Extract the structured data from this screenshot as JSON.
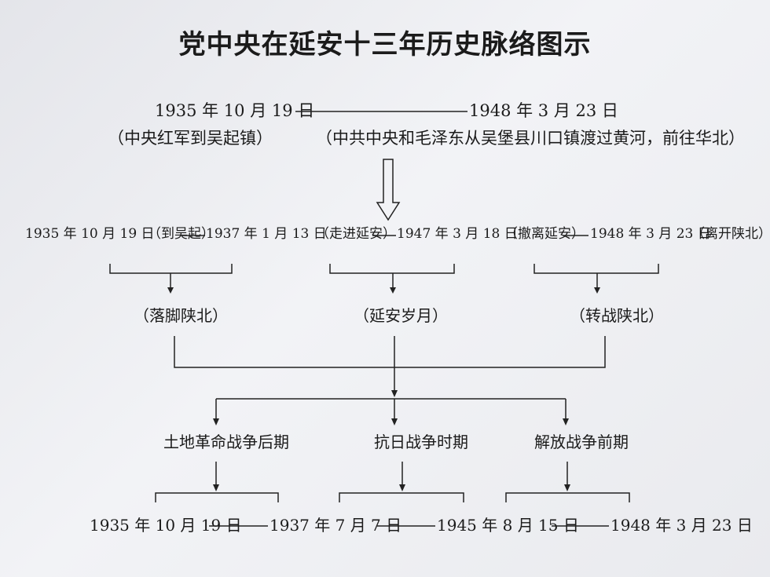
{
  "title": "党中央在延安十三年历史脉络图示",
  "top": {
    "start_date": "1935 年 10 月 19 日",
    "end_date": "1948 年 3 月 23 日",
    "start_note": "（中央红军到吴起镇）",
    "end_note": "（中共中央和毛泽东从吴堡县川口镇渡过黄河，前往华北）"
  },
  "middle_timeline": [
    {
      "date": "1935 年 10 月 19 日",
      "note": "（到吴起）"
    },
    {
      "date": "1937 年 1 月 13 日",
      "note": "（走进延安）"
    },
    {
      "date": "1947 年 3 月 18 日",
      "note": "（撤离延安）"
    },
    {
      "date": "1948 年 3 月 23 日",
      "note": "（离开陕北）"
    }
  ],
  "stages": [
    "（落脚陕北）",
    "（延安岁月）",
    "（转战陕北）"
  ],
  "periods": [
    "土地革命战争后期",
    "抗日战争时期",
    "解放战争前期"
  ],
  "bottom_timeline": [
    "1935 年 10 月 19 日",
    "1937 年 7 月 7 日",
    "1945 年 8 月 15 日",
    "1948 年 3 月 23 日"
  ]
}
